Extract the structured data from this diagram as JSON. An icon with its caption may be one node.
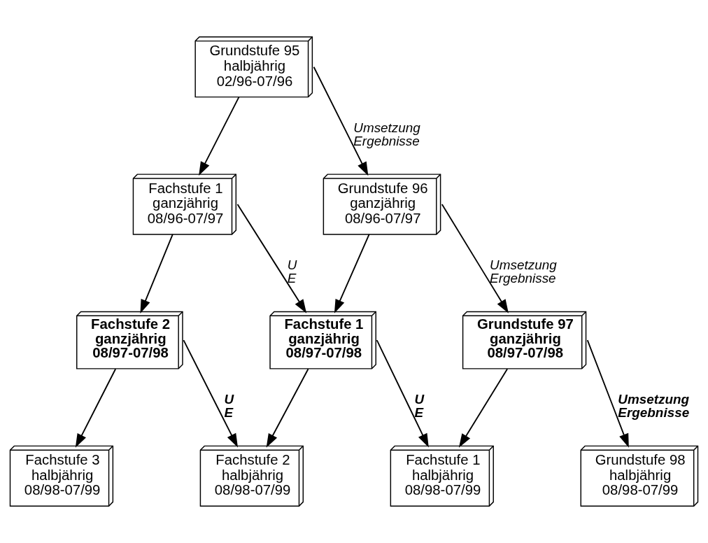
{
  "diagram": {
    "nodes": [
      {
        "text": [
          "Grundstufe 95",
          "halbjährig",
          "02/96-07/96"
        ]
      },
      {
        "text": [
          "Fachstufe 1",
          "ganzjährig",
          "08/96-07/97"
        ]
      },
      {
        "text": [
          "Grundstufe 96",
          "ganzjährig",
          "08/96-07/97"
        ]
      },
      {
        "text": [
          "Fachstufe 2",
          "ganzjährig",
          "08/97-07/98"
        ]
      },
      {
        "text": [
          "Fachstufe 1",
          "ganzjährig",
          "08/97-07/98"
        ]
      },
      {
        "text": [
          "Grundstufe 97",
          "ganzjährig",
          "08/97-07/98"
        ]
      },
      {
        "text": [
          "Fachstufe 3",
          "halbjährig",
          "08/98-07/99"
        ]
      },
      {
        "text": [
          "Fachstufe 2",
          "halbjährig",
          "08/98-07/99"
        ]
      },
      {
        "text": [
          "Fachstufe 1",
          "halbjährig",
          "08/98-07/99"
        ]
      },
      {
        "text": [
          "Grundstufe 98",
          "halbjährig",
          "08/98-07/99"
        ]
      }
    ],
    "edges": [
      {
        "from": 0,
        "to": 1,
        "arrow": "to"
      },
      {
        "from": 0,
        "to": 2,
        "arrow": "to",
        "label": "Umsetzung Ergebnisse"
      },
      {
        "from": 1,
        "to": 3,
        "arrow": "to"
      },
      {
        "from": 1,
        "to": 4,
        "arrow": "to",
        "label": "U E"
      },
      {
        "from": 2,
        "to": 4,
        "arrow": "to"
      },
      {
        "from": 2,
        "to": 5,
        "arrow": "to",
        "label": "Umsetzung Ergebnisse"
      },
      {
        "from": 3,
        "to": 6,
        "arrow": "to"
      },
      {
        "from": 3,
        "to": 7,
        "arrow": "to",
        "label": "U E"
      },
      {
        "from": 4,
        "to": 7,
        "arrow": "to"
      },
      {
        "from": 4,
        "to": 8,
        "arrow": "to",
        "label": "U E"
      },
      {
        "from": 5,
        "to": 8,
        "arrow": "to"
      },
      {
        "from": 5,
        "to": 9,
        "arrow": "to",
        "label": "Umsetzung Ergebnisse"
      }
    ]
  }
}
